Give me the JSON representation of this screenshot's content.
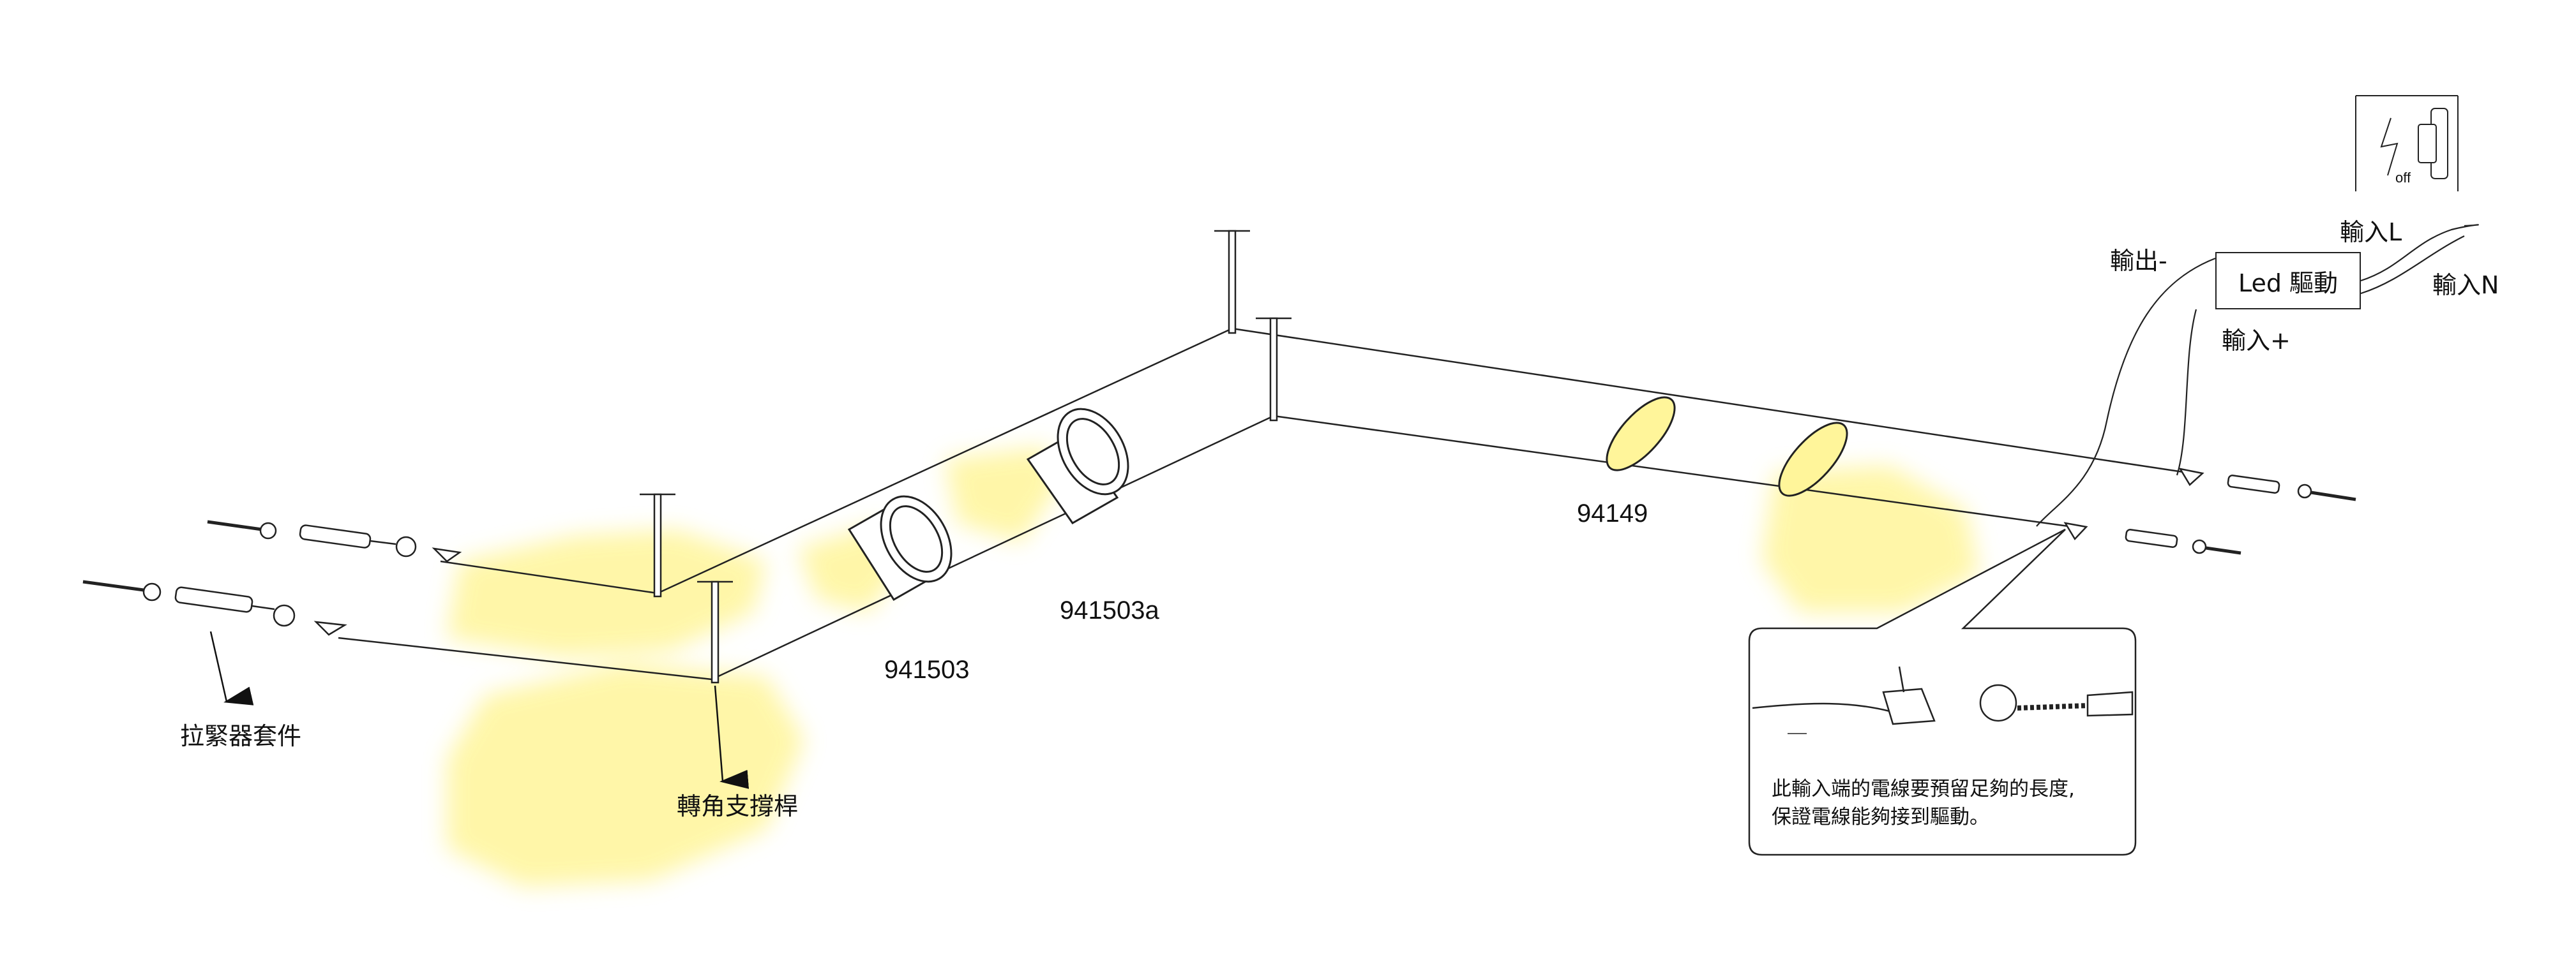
{
  "labels": {
    "tensioner_kit": "拉緊器套件",
    "corner_support": "轉角支撐桿",
    "model_941503": "941503",
    "model_941503a": "941503a",
    "model_94149": "94149",
    "output_minus": "輸出-",
    "input_plus": "輸入+",
    "input_l": "輸入L",
    "input_n": "輸入N",
    "driver": "Led 驅動",
    "switch_state": "off"
  },
  "callout": {
    "line1": "此輸入端的電線要預留足夠的長度,",
    "line2": "保證電線能夠接到驅動。"
  },
  "colors": {
    "light_glow": "#fff59a",
    "line": "#222222"
  },
  "icons": [
    "tensioner-icon",
    "spotlight-icon",
    "ring-light-icon",
    "wall-switch-icon",
    "cable-clamp-icon",
    "arrow-down-icon"
  ]
}
